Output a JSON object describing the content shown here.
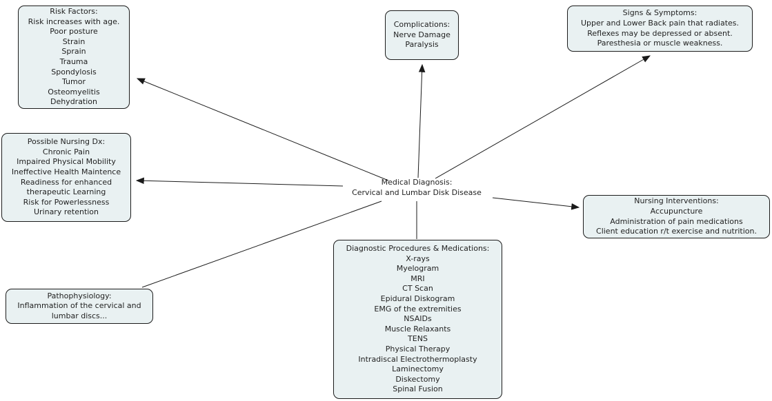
{
  "colors": {
    "box_fill": "#e9f1f2",
    "box_border": "#1a1a1a",
    "text_color": "#1f1f1f",
    "arrow_color": "#1a1a1a",
    "background": "#ffffff"
  },
  "diagram": {
    "center_node": {
      "lines": [
        "Medical Diagnosis:",
        "Cervical and Lumbar Disk Disease"
      ]
    },
    "nodes": {
      "risk_factors": {
        "lines": [
          "Risk Factors:",
          "Risk increases with age.",
          "Poor posture",
          "Strain",
          "Sprain",
          "Trauma",
          "Spondylosis",
          "Tumor",
          "Osteomyelitis",
          "Dehydration"
        ]
      },
      "complications": {
        "lines": [
          "Complications:",
          "Nerve Damage",
          "Paralysis"
        ]
      },
      "signs_symptoms": {
        "lines": [
          "Signs & Symptoms:",
          "Upper and Lower Back pain that radiates.",
          "Reflexes may be depressed or absent.",
          "Paresthesia or muscle weakness."
        ]
      },
      "possible_nursing_dx": {
        "lines": [
          "Possible Nursing Dx:",
          "Chronic Pain",
          "Impaired Physical Mobility",
          "Ineffective Health Maintence",
          "Readiness for enhanced",
          "therapeutic Learning",
          "Risk for Powerlessness",
          "Urinary retention"
        ]
      },
      "nursing_interventions": {
        "lines": [
          "Nursing Interventions:",
          "Accupuncture",
          "Administration of pain medications",
          "Client education r/t exercise and nutrition."
        ]
      },
      "pathophysiology": {
        "lines": [
          "Pathophysiology:",
          "Inflammation of the cervical and",
          "lumbar discs..."
        ]
      },
      "diagnostics": {
        "lines": [
          "Diagnostic Procedures & Medications:",
          "X-rays",
          "Myelogram",
          "MRI",
          "CT Scan",
          "Epidural Diskogram",
          "EMG of the extremities",
          "NSAIDs",
          "Muscle Relaxants",
          "TENS",
          "Physical Therapy",
          "Intradiscal Electrothermoplasty",
          "Laminectomy",
          "Diskectomy",
          "Spinal Fusion"
        ]
      }
    },
    "edges": [
      {
        "from": "medical_diagnosis",
        "to": "risk_factors",
        "arrowhead": true
      },
      {
        "from": "medical_diagnosis",
        "to": "complications",
        "arrowhead": true
      },
      {
        "from": "medical_diagnosis",
        "to": "signs_symptoms",
        "arrowhead": true
      },
      {
        "from": "medical_diagnosis",
        "to": "possible_nursing_dx",
        "arrowhead": true
      },
      {
        "from": "medical_diagnosis",
        "to": "nursing_interventions",
        "arrowhead": true
      },
      {
        "from": "medical_diagnosis",
        "to": "pathophysiology",
        "arrowhead": false
      },
      {
        "from": "medical_diagnosis",
        "to": "diagnostics",
        "arrowhead": false
      }
    ]
  }
}
